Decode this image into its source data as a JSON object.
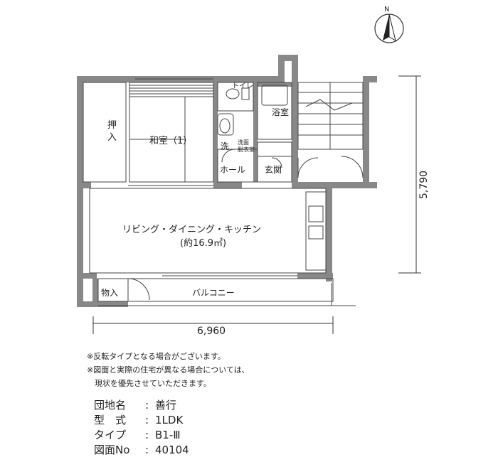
{
  "compass": {
    "label": "N"
  },
  "rooms": {
    "washitsu": "和室（1）",
    "oshiire": "押\n入",
    "toilet": "トイレ",
    "bath": "浴室",
    "sen_mark": "洗",
    "senmen": "洗面\n脱衣室",
    "hall": "ホール",
    "genkan": "玄関",
    "ldk": "リビング・ダイニング・キッチン",
    "ldk_area": "(約16.9㎡)",
    "monoire": "物入",
    "balcony": "バルコニー"
  },
  "dimensions": {
    "width": "6,960",
    "depth": "5,790"
  },
  "notes": [
    "※反転タイプとなる場合がございます。",
    "※図面と実際の住宅が異なる場合については、",
    "　現状を優先させていただきます。"
  ],
  "info": [
    {
      "key": "団地名",
      "value": "善行"
    },
    {
      "key": "型　式",
      "value": "1LDK"
    },
    {
      "key": "タイプ",
      "value": "B1-Ⅲ"
    },
    {
      "key": "図面No",
      "value": "40104"
    }
  ]
}
